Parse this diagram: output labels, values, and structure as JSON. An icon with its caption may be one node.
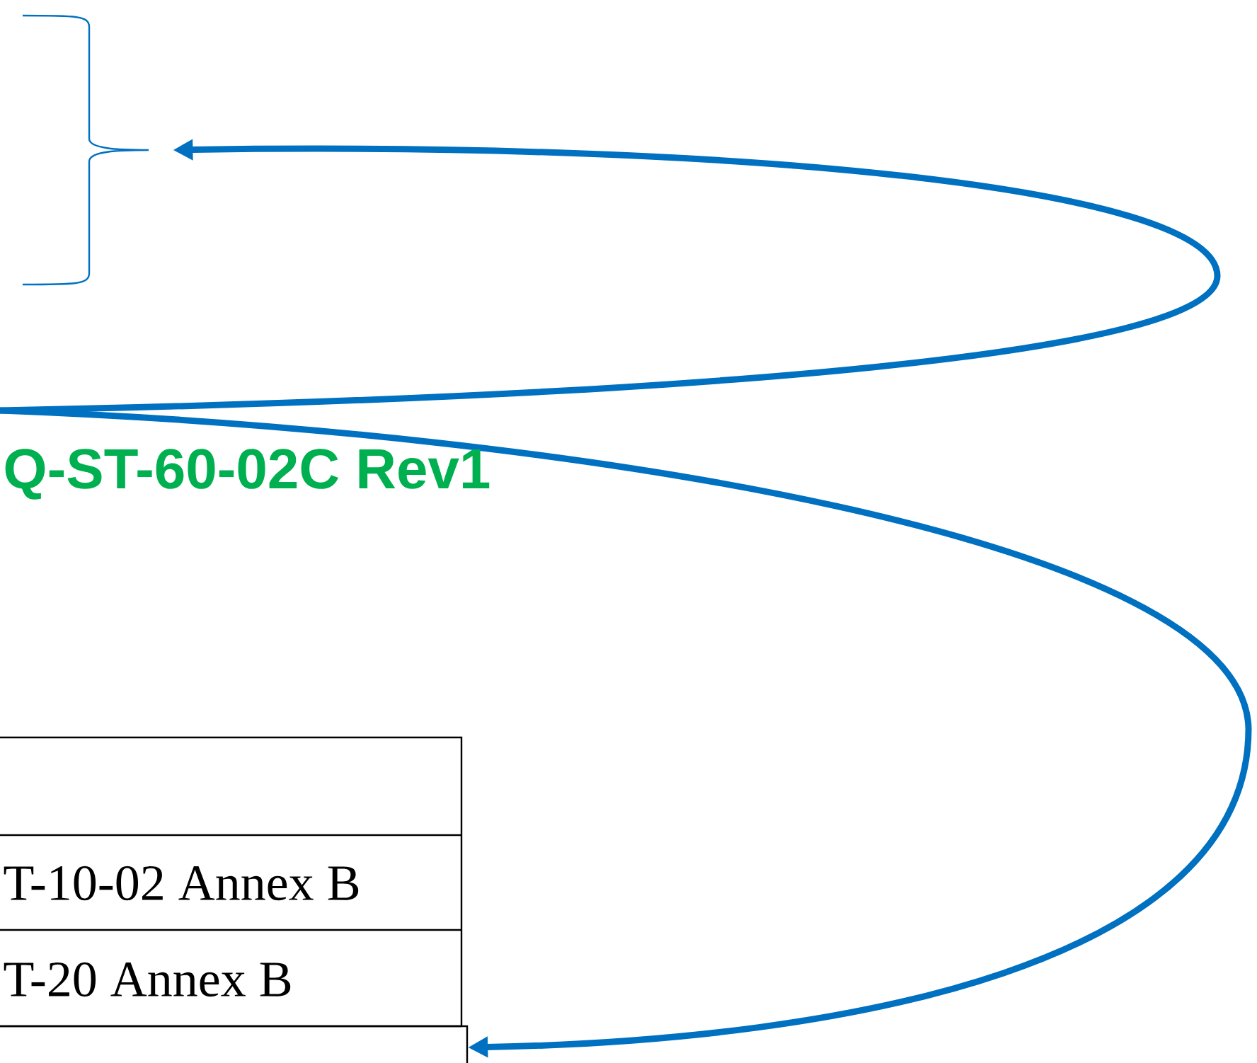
{
  "diagram": {
    "nodes": [
      {
        "text": [],
        "shape": "brace"
      },
      {
        "text": [],
        "shape": "box"
      }
    ],
    "edges": [
      {
        "from": null,
        "to": 0,
        "arrow": "to"
      },
      {
        "from": null,
        "to": 1,
        "arrow": "to"
      }
    ],
    "labels": [
      "Q-ST-60-02C Rev1",
      "T-10-02 Annex B",
      "T-20 Annex B"
    ]
  }
}
